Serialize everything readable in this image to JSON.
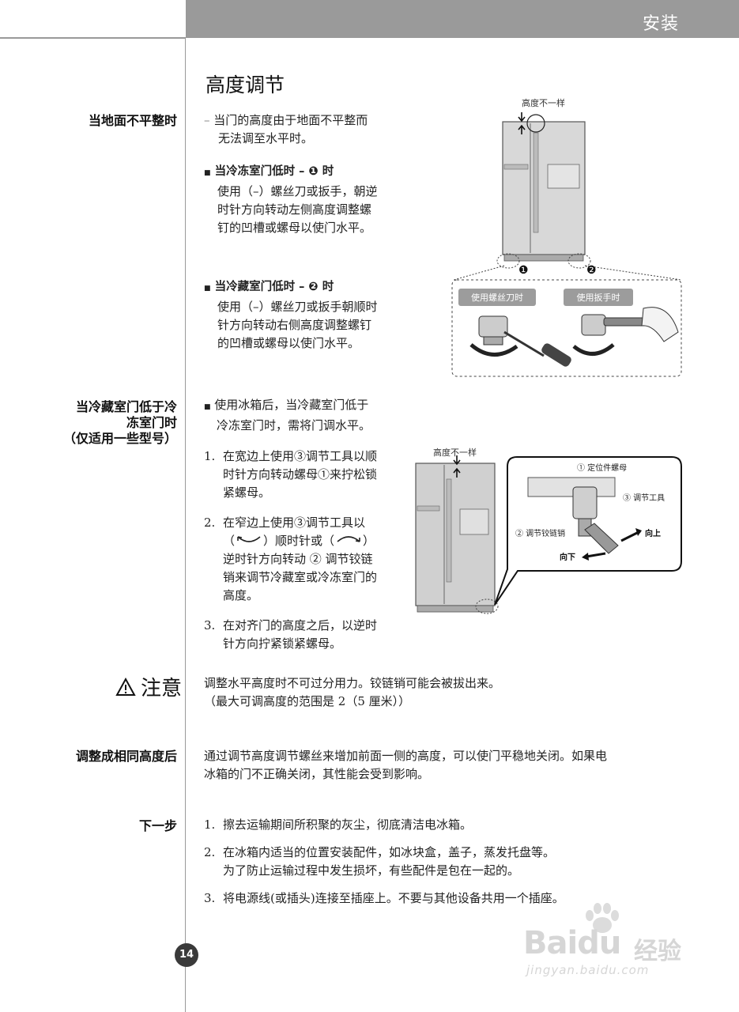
{
  "header": {
    "section": "安装"
  },
  "title": "高度调节",
  "sections": {
    "uneven_floor": {
      "label": "当地面不平整时",
      "intro_dash": "–",
      "intro": [
        "当门的高度由于地面不平整而",
        "无法调至水平时。"
      ],
      "freezer_heading": "当冷冻室门低时 – ❶ 时",
      "freezer_lines": [
        "使用（–）螺丝刀或扳手，朝逆",
        "时针方向转动左侧高度调整螺",
        "钉的凹槽或螺母以使门水平。"
      ],
      "fridge_heading": "当冷藏室门低时 – ❷ 时",
      "fridge_lines": [
        "使用（–）螺丝刀或扳手朝顺时",
        "针方向转动右侧高度调整螺钉",
        "的凹槽或螺母以使门水平。"
      ],
      "figure": {
        "height_label": "高度不一样",
        "screwdriver_label": "使用螺丝刀时",
        "wrench_label": "使用扳手时",
        "marker1": "❶",
        "marker2": "❷"
      }
    },
    "fridge_lower": {
      "label_lines": [
        "当冷藏室门低于冷",
        "冻室门时",
        "（仅适用一些型号）"
      ],
      "intro": [
        "使用冰箱后，当冷藏室门低于",
        "冷冻室门时，需将门调水平。"
      ],
      "step1_num": "1.",
      "step1": [
        "在宽边上使用③调节工具以顺",
        "时针方向转动螺母①来拧松锁",
        "紧螺母。"
      ],
      "step2_num": "2.",
      "step2_line1": "在窄边上使用③调节工具以",
      "step2_line2_a": "（",
      "step2_line2_b": "）顺时针或（",
      "step2_line2_c": "）",
      "step2_rest": [
        "逆时针方向转动 ② 调节铰链",
        "销来调节冷藏室或冷冻室门的",
        "高度。"
      ],
      "step3_num": "3.",
      "step3": [
        "在对齐门的高度之后，以逆时",
        "针方向拧紧锁紧螺母。"
      ],
      "figure": {
        "height_label": "高度不一样",
        "callout1": "① 定位件螺母",
        "callout2": "② 调节铰链销",
        "callout3": "③ 调节工具",
        "up": "向上",
        "down": "向下"
      }
    },
    "caution": {
      "label": "注意",
      "lines": [
        "调整水平高度时不可过分用力。铰链销可能会被拔出来。",
        "（最大可调高度的范围是 2（5 厘米））"
      ]
    },
    "same_height": {
      "label": "调整成相同高度后",
      "lines": [
        "通过调节高度调节螺丝来增加前面一侧的高度，可以使门平稳地关闭。如果电",
        "冰箱的门不正确关闭，其性能会受到影响。"
      ]
    },
    "next_step": {
      "label": "下一步",
      "items": [
        {
          "num": "1.",
          "lines": [
            "擦去运输期间所积聚的灰尘，彻底清洁电冰箱。"
          ]
        },
        {
          "num": "2.",
          "lines": [
            "在冰箱内适当的位置安装配件，如冰块盒，盖子，蒸发托盘等。",
            "为了防止运输过程中发生损坏，有些配件是包在一起的。"
          ]
        },
        {
          "num": "3.",
          "lines": [
            "将电源线(或插头)连接至插座上。不要与其他设备共用一个插座。"
          ]
        }
      ]
    }
  },
  "page_number": "14",
  "watermark": {
    "brand": "Bai",
    "brand2": "du",
    "cn": "经验",
    "url": "jingyan.baidu.com"
  }
}
